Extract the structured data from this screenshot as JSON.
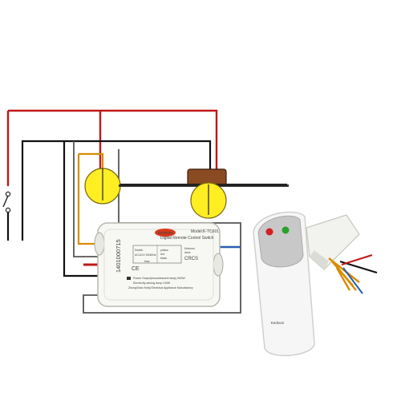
{
  "colors": {
    "live_wire": "#c01818",
    "neutral_wire": "#111111",
    "lamp_wire": "#d98c00",
    "bulb_fill": "#ffee22",
    "fan_blade": "#8a4a22",
    "module_body": "#f7f7f4",
    "blue_wire": "#2a5fb0"
  },
  "module": {
    "brand_logo": "Kedsum",
    "model": "Model:K-TC601",
    "product": "Digital Remote Control Switch",
    "serial": "1401000715",
    "terminal_labels": [
      "Switch",
      "AC110V 50/60Hz",
      "red",
      "black",
      "yellow",
      "blue"
    ],
    "terminal_side": [
      "Kedsum",
      "drive"
    ],
    "crcs": "CRCS",
    "power_line": "Power Output(incandescent lamp) 600W",
    "saving_line": "Electricity-saving lamp 100W",
    "maker_line": "ZhongShan Kedji Electrical Appliance Manufactory"
  },
  "remote": {
    "brand": "Kedsum",
    "buttons": [
      "off-button-red",
      "on-button-green"
    ]
  },
  "icons": [
    "bulb-icon",
    "bulb-icon",
    "fan-icon",
    "wall-switch-icon"
  ]
}
